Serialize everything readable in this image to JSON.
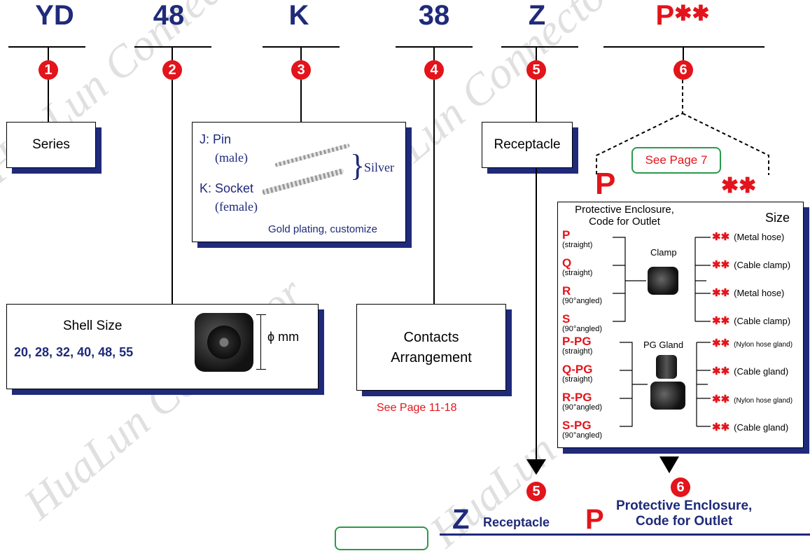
{
  "codes": {
    "c1": "YD",
    "c2": "48",
    "c3": "K",
    "c4": "38",
    "c5": "Z",
    "c6": "P",
    "c6_stars": "✱✱"
  },
  "numbers": [
    "1",
    "2",
    "3",
    "4",
    "5",
    "6"
  ],
  "series": {
    "label": "Series"
  },
  "contact_type": {
    "pin_code": "J:",
    "pin_label": "Pin",
    "pin_sub": "(male)",
    "socket_code": "K:",
    "socket_label": "Socket",
    "socket_sub": "(female)",
    "material": "Silver",
    "note": "Gold plating, customize"
  },
  "receptacle": {
    "label": "Receptacle"
  },
  "shell": {
    "title": "Shell Size",
    "sizes": "20, 28, 32, 40, 48, 55",
    "dim": "ϕ mm"
  },
  "contacts": {
    "line1": "Contacts",
    "line2": "Arrangement",
    "see": "See Page 11-18"
  },
  "enclosure": {
    "see": "See Page 7",
    "big_p": "P",
    "big_stars": "✱✱",
    "col1_header_line1": "Protective Enclosure,",
    "col1_header_line2": "Code for Outlet",
    "col3_header": "Size",
    "clamp_label": "Clamp",
    "gland_label": "PG Gland",
    "codes": [
      {
        "code": "P",
        "sub": "(straight)"
      },
      {
        "code": "Q",
        "sub": "(straight)"
      },
      {
        "code": "R",
        "sub": "(90°angled)"
      },
      {
        "code": "S",
        "sub": "(90°angled)"
      },
      {
        "code": "P-PG",
        "sub": "(straight)"
      },
      {
        "code": "Q-PG",
        "sub": "(straight)"
      },
      {
        "code": "R-PG",
        "sub": "(90°angled)"
      },
      {
        "code": "S-PG",
        "sub": "(90°angled)"
      }
    ],
    "sizes": [
      {
        "stars": "✱✱",
        "label": "(Metal hose)"
      },
      {
        "stars": "✱✱",
        "label": "(Cable clamp)"
      },
      {
        "stars": "✱✱",
        "label": "(Metal hose)"
      },
      {
        "stars": "✱✱",
        "label": "(Cable clamp)"
      },
      {
        "stars": "✱✱",
        "label": "(Nylon hose gland)"
      },
      {
        "stars": "✱✱",
        "label": "(Cable gland)"
      },
      {
        "stars": "✱✱",
        "label": "(Nylon hose gland)"
      },
      {
        "stars": "✱✱",
        "label": "(Cable gland)"
      }
    ]
  },
  "bottom": {
    "z": "Z",
    "z_label": "Receptacle",
    "p": "P",
    "p_label_line1": "Protective Enclosure,",
    "p_label_line2": "Code for Outlet"
  },
  "watermark": "HuaLun Connector"
}
